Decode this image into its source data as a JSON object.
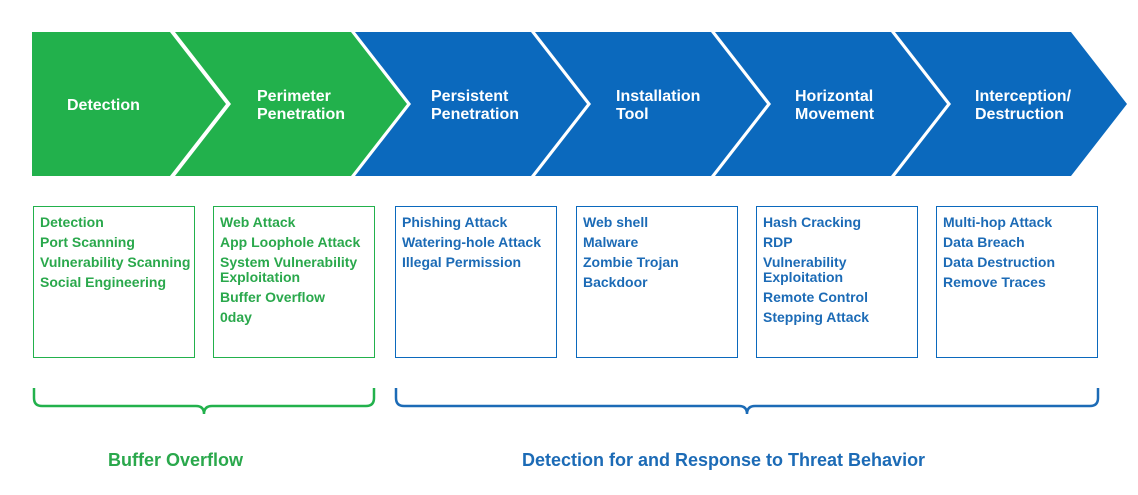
{
  "colors": {
    "green": "#22b14c",
    "blue": "#0b69bd",
    "green_text": "#2aa84c",
    "blue_text": "#1c6bb6"
  },
  "stages": [
    {
      "label": "Detection",
      "color": "green",
      "items": [
        "Detection",
        "Port Scanning",
        "Vulnerability Scanning",
        "Social Engineering"
      ]
    },
    {
      "label": "Perimeter Penetration",
      "color": "green",
      "items": [
        "Web Attack",
        "App Loophole  Attack",
        "System Vulnerability Exploitation",
        "Buffer Overflow",
        "0day"
      ]
    },
    {
      "label": "Persistent Penetration",
      "color": "blue",
      "items": [
        "Phishing Attack",
        "Watering-hole Attack",
        "Illegal Permission"
      ]
    },
    {
      "label": "Installation Tool",
      "color": "blue",
      "items": [
        "Web shell",
        "Malware",
        "Zombie Trojan",
        "Backdoor"
      ]
    },
    {
      "label": "Horizontal Movement",
      "color": "blue",
      "items": [
        "Hash Cracking",
        "RDP",
        "Vulnerability Exploitation",
        "Remote Control",
        "Stepping Attack"
      ]
    },
    {
      "label": "Interception/ Destruction",
      "color": "blue",
      "items": [
        "Multi-hop Attack",
        "Data Breach",
        "Data Destruction",
        "Remove Traces"
      ]
    }
  ],
  "groups": [
    {
      "label": "Buffer Overflow",
      "color": "green"
    },
    {
      "label": "Detection for and Response to Threat Behavior",
      "color": "blue"
    }
  ]
}
